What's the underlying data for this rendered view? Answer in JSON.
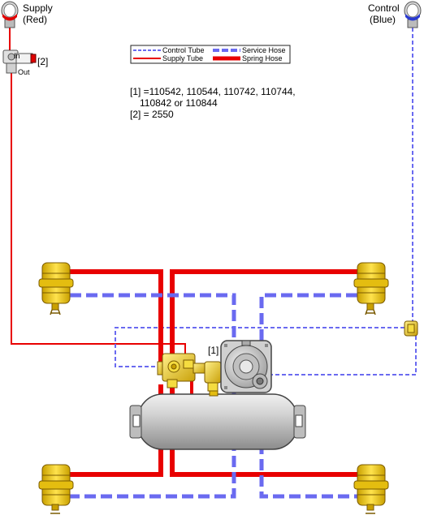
{
  "supply": {
    "label_line1": "Supply",
    "label_line2": "(Red)",
    "color": "#e00000"
  },
  "control": {
    "label_line1": "Control",
    "label_line2": "(Blue)",
    "color": "#6a6aee"
  },
  "valve_small": {
    "ref": "[2]",
    "in_label": "In",
    "out_label": "Out"
  },
  "main_valve": {
    "ref": "[1]"
  },
  "legend": {
    "control_tube": "Control Tube",
    "service_hose": "Service Hose",
    "supply_tube": "Supply Tube",
    "spring_hose": "Spring Hose"
  },
  "notes": {
    "line1": "[1] =110542, 110544, 110742, 110744,",
    "line2": "110842 or 110844",
    "line3": "[2] = 2550"
  },
  "colors": {
    "red": "#e80000",
    "blue": "#6a6af0",
    "chamber_yellow": "#f2cc1a",
    "tank_grey": "#c8c8c8",
    "valve_brass": "#e8c930"
  }
}
